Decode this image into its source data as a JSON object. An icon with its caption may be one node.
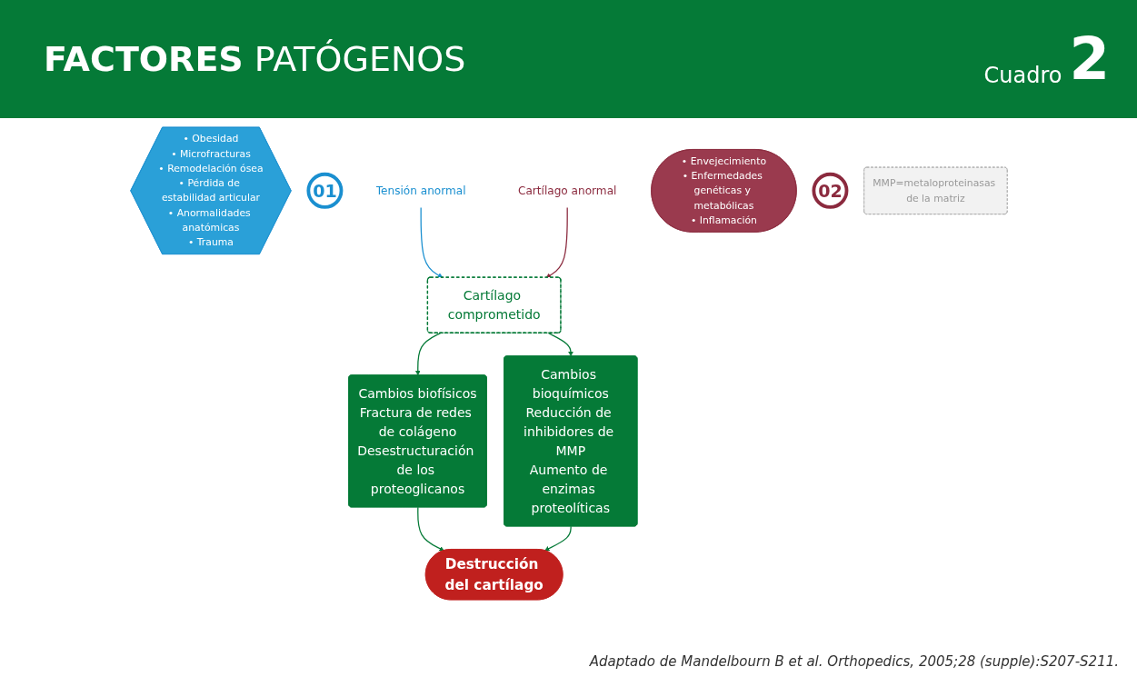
{
  "diagram": {
    "title": "**FACTORES** PATÓGENOS",
    "nodes": [
      {
        "text": [
          "• Obesidad",
          "• Microfracturas",
          "• Remodelación ósea",
          "• Pérdida de estabilidad articular",
          "• Anormalidades anatómicas",
          "• Trauma"
        ]
      },
      {
        "text": [
          "01"
        ]
      },
      {
        "text": [
          "Tensión anormal"
        ]
      },
      {
        "text": [
          "Cartílago anormal"
        ]
      },
      {
        "text": [
          "• Envejecimiento",
          "• Enfermedades genéticas y metabólicas",
          "• Inflamación"
        ]
      },
      {
        "text": [
          "02"
        ]
      },
      {
        "text": [
          "Cartílago comprometido"
        ]
      },
      {
        "text": [
          "Cambios biofísicos",
          "Fractura de redes de colágeno",
          "Desestructuración de los proteoglicanos"
        ]
      },
      {
        "text": [
          "Cambios bioquímicos",
          "Reducción de inhibidores de MMP",
          "Aumento de enzimas proteolíticas"
        ]
      },
      {
        "text": [
          "Destrucción del cartílago"
        ]
      },
      {
        "text": [
          "MMP=metaloproteinasas de la matriz"
        ]
      }
    ],
    "edges": [
      {
        "from": 2,
        "to": 6,
        "arrow": "to",
        "color": "#1a8fd0"
      },
      {
        "from": 3,
        "to": 6,
        "arrow": "to",
        "color": "#8b2a3e"
      },
      {
        "from": 6,
        "to": 7,
        "arrow": "to"
      },
      {
        "from": 6,
        "to": 8,
        "arrow": "to"
      },
      {
        "from": 7,
        "to": 9,
        "arrow": "to"
      },
      {
        "from": 8,
        "to": 9,
        "arrow": "to"
      }
    ],
    "labels": [
      "Cuadro",
      "2"
    ],
    "caption": "Adaptado de Mandelbourn B et al. Orthopedics, 2005;28 (supple):S207-S211."
  }
}
